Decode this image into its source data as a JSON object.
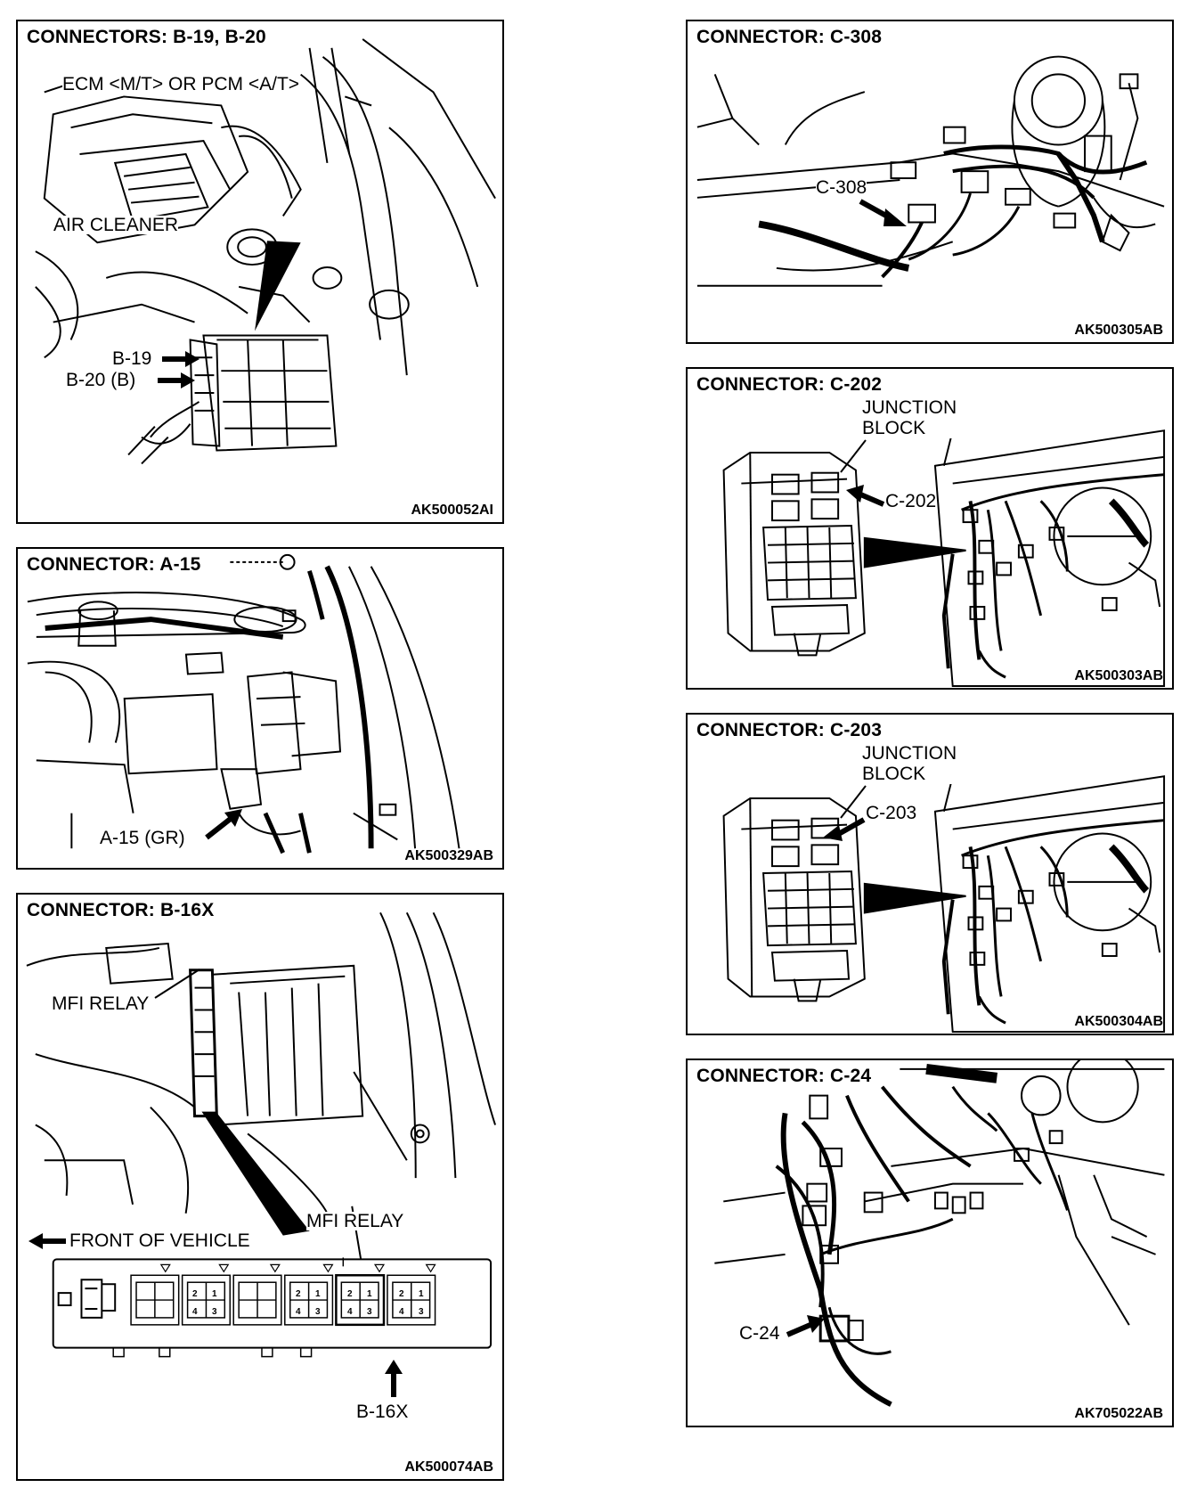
{
  "panels": {
    "b19": {
      "title": "CONNECTORS: B-19, B-20",
      "code": "AK500052AI",
      "labels": {
        "ecm": "ECM <M/T> OR PCM <A/T>",
        "air_cleaner": "AIR CLEANER",
        "b19": "B-19",
        "b20": "B-20 (B)"
      }
    },
    "a15": {
      "title": "CONNECTOR: A-15",
      "code": "AK500329AB",
      "labels": {
        "a15": "A-15 (GR)"
      }
    },
    "b16x": {
      "title": "CONNECTOR: B-16X",
      "code": "AK500074AB",
      "labels": {
        "mfi_relay_top": "MFI RELAY",
        "front": "FRONT OF VEHICLE",
        "mfi_relay_bottom": "MFI RELAY",
        "b16x": "B-16X"
      },
      "pins": [
        "2",
        "1",
        "4",
        "3"
      ]
    },
    "c308": {
      "title": "CONNECTOR: C-308",
      "code": "AK500305AB",
      "labels": {
        "c308": "C-308"
      }
    },
    "c202": {
      "title": "CONNECTOR: C-202",
      "code": "AK500303AB",
      "labels": {
        "junction": "JUNCTION",
        "block": "BLOCK",
        "c202": "C-202"
      }
    },
    "c203": {
      "title": "CONNECTOR: C-203",
      "code": "AK500304AB",
      "labels": {
        "junction": "JUNCTION",
        "block": "BLOCK",
        "c203": "C-203"
      }
    },
    "c24": {
      "title": "CONNECTOR: C-24",
      "code": "AK705022AB",
      "labels": {
        "c24": "C-24"
      }
    }
  }
}
